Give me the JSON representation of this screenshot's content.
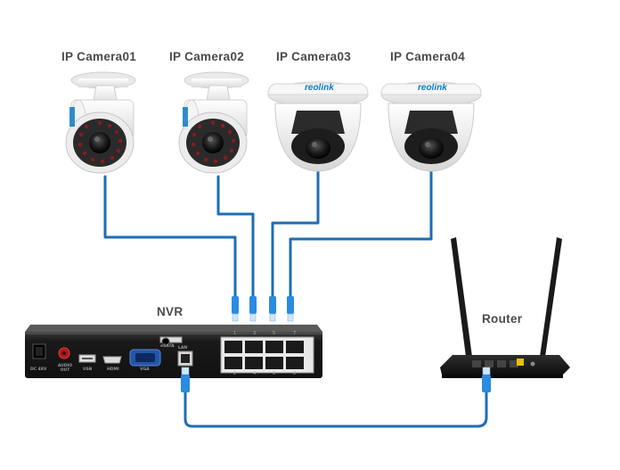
{
  "cameras": [
    {
      "label": "IP Camera01",
      "kind": "bullet"
    },
    {
      "label": "IP Camera02",
      "kind": "bullet"
    },
    {
      "label": "IP Camera03",
      "kind": "dome",
      "brand": "reolink"
    },
    {
      "label": "IP Camera04",
      "kind": "dome",
      "brand": "reolink"
    }
  ],
  "nvr": {
    "label": "NVR",
    "ports": {
      "power": "DC 48V",
      "audio": "AUDIO OUT",
      "usb": "USB",
      "hdmi": "HDMI",
      "vga": "VGA",
      "lan": "LAN",
      "esata": "eSATA",
      "poe_top": [
        "1",
        "3",
        "5",
        "7"
      ],
      "poe_bottom": [
        "2",
        "4",
        "6",
        "8"
      ]
    }
  },
  "router": {
    "label": "Router"
  },
  "colors": {
    "cable": "#1e6db5",
    "connector": "#2a8be0",
    "label": "#4a4a4a",
    "device_dark": "#1c1c1c",
    "camera_body": "#f2f2f2",
    "camera_accent": "#0d7ac7"
  },
  "icons": [
    "bullet-camera-icon",
    "dome-camera-icon",
    "nvr-device-icon",
    "router-icon",
    "rj45-connector-icon"
  ]
}
